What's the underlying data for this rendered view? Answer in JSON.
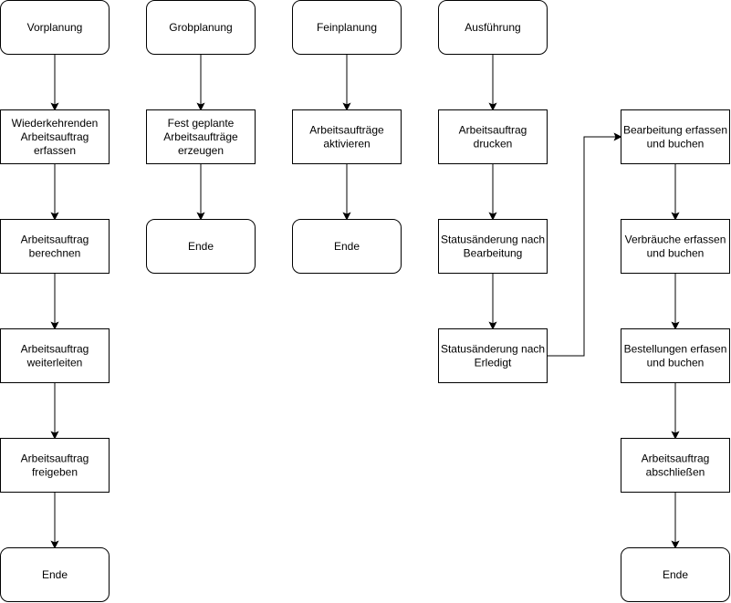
{
  "diagram": {
    "nodes": [
      {
        "id": "vorplanung",
        "lines": [
          "Vorplanung"
        ],
        "shape": "rounded"
      },
      {
        "id": "grobplanung",
        "lines": [
          "Grobplanung"
        ],
        "shape": "rounded"
      },
      {
        "id": "feinplanung",
        "lines": [
          "Feinplanung"
        ],
        "shape": "rounded"
      },
      {
        "id": "ausfuehrung",
        "lines": [
          "Ausführung"
        ],
        "shape": "rounded"
      },
      {
        "id": "wiederkehrend",
        "lines": [
          "Wiederkehrenden",
          "Arbeitsauftrag",
          "erfassen"
        ],
        "shape": "rect"
      },
      {
        "id": "berechnen",
        "lines": [
          "Arbeitsauftrag",
          "berechnen"
        ],
        "shape": "rect"
      },
      {
        "id": "weiterleiten",
        "lines": [
          "Arbeitsauftrag",
          "weiterleiten"
        ],
        "shape": "rect"
      },
      {
        "id": "freigeben",
        "lines": [
          "Arbeitsauftrag",
          "freigeben"
        ],
        "shape": "rect"
      },
      {
        "id": "ende1",
        "lines": [
          "Ende"
        ],
        "shape": "rounded"
      },
      {
        "id": "fest-geplant",
        "lines": [
          "Fest geplante",
          "Arbeitsaufträge",
          "erzeugen"
        ],
        "shape": "rect"
      },
      {
        "id": "ende2",
        "lines": [
          "Ende"
        ],
        "shape": "rounded"
      },
      {
        "id": "aktivieren",
        "lines": [
          "Arbeitsaufträge",
          "aktivieren"
        ],
        "shape": "rect"
      },
      {
        "id": "ende3",
        "lines": [
          "Ende"
        ],
        "shape": "rounded"
      },
      {
        "id": "drucken",
        "lines": [
          "Arbeitsauftrag",
          "drucken"
        ],
        "shape": "rect"
      },
      {
        "id": "status-bearbeitung",
        "lines": [
          "Statusänderung nach",
          "Bearbeitung"
        ],
        "shape": "rect"
      },
      {
        "id": "status-erledigt",
        "lines": [
          "Statusänderung nach",
          "Erledigt"
        ],
        "shape": "rect"
      },
      {
        "id": "bearbeitung-erfassen",
        "lines": [
          "Bearbeitung erfassen",
          "und buchen"
        ],
        "shape": "rect"
      },
      {
        "id": "verbraeuche",
        "lines": [
          "Verbräuche erfassen",
          "und buchen"
        ],
        "shape": "rect"
      },
      {
        "id": "bestellungen",
        "lines": [
          "Bestellungen erfasen",
          "und buchen"
        ],
        "shape": "rect"
      },
      {
        "id": "abschliessen",
        "lines": [
          "Arbeitsauftrag",
          "abschließen"
        ],
        "shape": "rect"
      },
      {
        "id": "ende4",
        "lines": [
          "Ende"
        ],
        "shape": "rounded"
      }
    ],
    "edges": [
      {
        "from": "vorplanung",
        "to": "wiederkehrend"
      },
      {
        "from": "wiederkehrend",
        "to": "berechnen"
      },
      {
        "from": "berechnen",
        "to": "weiterleiten"
      },
      {
        "from": "weiterleiten",
        "to": "freigeben"
      },
      {
        "from": "freigeben",
        "to": "ende1"
      },
      {
        "from": "grobplanung",
        "to": "fest-geplant"
      },
      {
        "from": "fest-geplant",
        "to": "ende2"
      },
      {
        "from": "feinplanung",
        "to": "aktivieren"
      },
      {
        "from": "aktivieren",
        "to": "ende3"
      },
      {
        "from": "ausfuehrung",
        "to": "drucken"
      },
      {
        "from": "drucken",
        "to": "status-bearbeitung"
      },
      {
        "from": "status-bearbeitung",
        "to": "status-erledigt"
      },
      {
        "from": "status-erledigt",
        "to": "bearbeitung-erfassen"
      },
      {
        "from": "bearbeitung-erfassen",
        "to": "verbraeuche"
      },
      {
        "from": "verbraeuche",
        "to": "bestellungen"
      },
      {
        "from": "bestellungen",
        "to": "abschliessen"
      },
      {
        "from": "abschliessen",
        "to": "ende4"
      }
    ]
  }
}
